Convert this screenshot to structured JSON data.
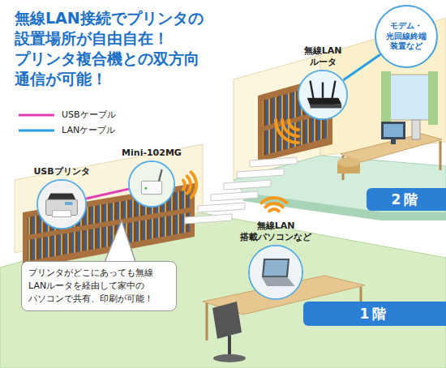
{
  "diagram": {
    "title": "無線LAN接続でプリンタの 設置場所が自由自在！ プリンタ複合機との双方向 通信が可能！",
    "nodes": [
      {
        "text": [
          "モデム・ 光回線終端 装置など"
        ]
      },
      {
        "text": [
          "無線LAN ルータ"
        ]
      },
      {
        "text": [
          "Mini-102MG"
        ]
      },
      {
        "text": [
          "USBプリンタ"
        ]
      },
      {
        "text": [
          "2階"
        ]
      },
      {
        "text": [
          "無線LAN 搭載パソコンなど"
        ]
      },
      {
        "text": [
          "プリンタがどこにあっても無線 LANルータを経由して家中の パソコンで共有、印刷が可能！"
        ]
      },
      {
        "text": [
          "1階"
        ]
      }
    ],
    "edges": [
      {
        "from": 1,
        "to": 0,
        "arrow": "none"
      },
      {
        "from": 3,
        "to": 2,
        "arrow": "none"
      }
    ],
    "legend": [
      {
        "text": "USBケーブル"
      },
      {
        "text": "LANケーブル"
      }
    ]
  }
}
